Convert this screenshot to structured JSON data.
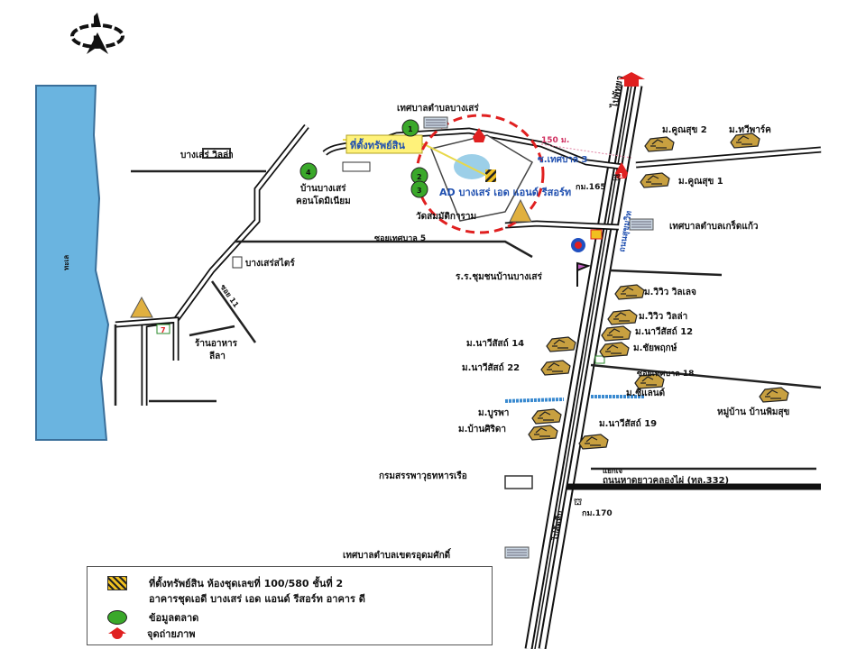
{
  "map": {
    "north_label": "N",
    "colors": {
      "river": "#6ab4e0",
      "radius_circle": "#e02020",
      "marker_green": "#3aa82a",
      "highlight": "#fff27a",
      "site": "#e0b020"
    },
    "labels": {
      "tessaban_bangsaray": "เทศบาลตำบลบางเสร่",
      "property_location": "ที่ตั้งทรัพย์สิน",
      "distance": "150 ม.",
      "soi_tessaban_3": "ซ.เทศบาล 3",
      "km165": "กม.165",
      "ad_resort": "AD บางเสร่ เอด แอนด์ รีสอร์ท",
      "wat": "วัดสมมัติการาม",
      "soi_tessaban_5": "ซอยเทศบาล 5",
      "bangsaray_villa": "บางเสร่ วิลล่า",
      "baan_bangsaray_1": "บ้านบางเสร่",
      "baan_bangsaray_2": "คอนโดมิเนียม",
      "bangsaray_psi": "บางเสร่สไตร์",
      "soi_road": "ซอย 11",
      "restaurant_1": "ร้านอาหาร",
      "restaurant_2": "ลีลา",
      "to_pattaya": "ไปพัทยา",
      "sukhumvit": "ถนนสุขุมวิท",
      "m_kunsuk2": "ม.คูณสุข 2",
      "m_park": "ม.ทวีพาร์ค",
      "m_kunsuk1": "ม.คูณสุข 1",
      "tessaban_kledkaew": "เทศบาลตำบลเกร็ดแก้ว",
      "school": "ร.ร.ชุมชนบ้านบางเสร่",
      "m_view_village": "ม.วิวิว วิลเลจ",
      "m_view_villa": "ม.วิวิว วิลล่า",
      "m_navee12": "ม.นาวีสัสถ์ 12",
      "m_navee14": "ม.นาวีสัสถ์ 14",
      "m_chaipruek": "ม.ชัยพฤกษ์",
      "m_navee22": "ม.นาวีสัสถ์ 22",
      "soi_tessaban_18": "ซอยเทศบาล 18",
      "m_sealand": "ม.ซีแลนด์",
      "village_baan": "หมู่บ้าน บ้านพิมสุข",
      "m_burapa": "ม.บูรพา",
      "m_baansiri": "ม.บ้านศิริดา",
      "m_navee19": "ม.นาวีสัสถ์ 19",
      "navy_dept": "กรมสรรพาวุธทหารเรือ",
      "junction_1": "แยกเจ",
      "junction_2": "ถนนหาดยาวคลองไผ่ (ทล.332)",
      "km170": "กม.170",
      "tessaban_south": "เทศบาลตำบลเขตรอุดมศักดิ์",
      "to_sattahip": "ไปสัตหีบ",
      "sea": "ทะเล",
      "marker_1": "1",
      "marker_2": "2",
      "marker_3": "3",
      "marker_4": "4",
      "photo_1": "1",
      "seven_eleven": "7"
    }
  },
  "legend": {
    "items": [
      {
        "icon": "property-hatch-icon",
        "text_line1": "ที่ตั้งทรัพย์สิน ห้องชุดเลขที่ 100/580 ชั้นที่ 2",
        "text_line2": "อาคารชุดเอดี บางเสร่ เอด แอนด์ รีสอร์ท อาคาร ดี"
      },
      {
        "icon": "green-circle-icon",
        "text": "ข้อมูลตลาด"
      },
      {
        "icon": "red-photo-point-icon",
        "text": "จุดถ่ายภาพ"
      }
    ]
  }
}
